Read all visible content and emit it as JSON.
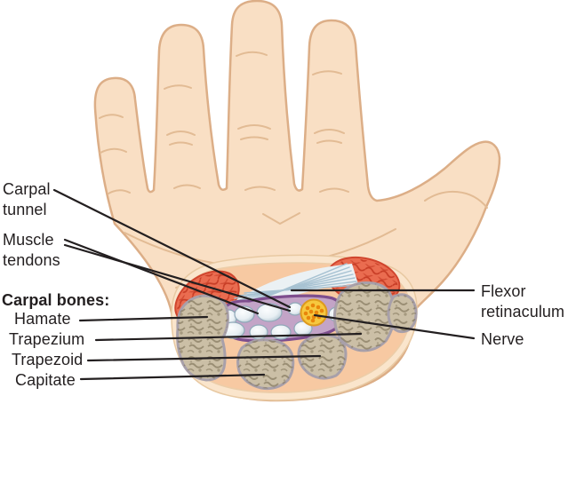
{
  "figure": {
    "type": "anatomical-diagram",
    "subject": "Carpal tunnel cross-section of the palm and wrist"
  },
  "labels": {
    "carpal_tunnel": "Carpal tunnel",
    "muscle_tendons": "Muscle tendons",
    "carpal_bones_heading": "Carpal bones:",
    "bones": {
      "hamate": "Hamate",
      "trapezium": "Trapezium",
      "trapezoid": "Trapezoid",
      "capitate": "Capitate"
    },
    "flexor_retinaculum": "Flexor retinaculum",
    "nerve": "Nerve"
  },
  "colors": {
    "background": "#ffffff",
    "skin": "#f9dfc4",
    "skin_outline": "#dcae87",
    "crease": "#e2bb94",
    "cut_outer_band": "#fae5cc",
    "cut_inner": "#f7c9a2",
    "muscle": "#ea6c50",
    "muscle_fiber": "#c1351f",
    "retinaculum": "#ebf1f4",
    "retinaculum_line": "#a7c2d2",
    "tunnel_fill": "#c3a4c7",
    "tunnel_border": "#7e4e8e",
    "tendon": "#e8eff3",
    "tendon_edge": "#8fa8b8",
    "nerve_fill": "#f6c83f",
    "nerve_outline": "#de9a1e",
    "nerve_dot": "#e8860b",
    "bone_fill": "#cbbfa6",
    "bone_outline": "#a8a0aa",
    "bone_texture": "#85795f",
    "label_text": "#231f20",
    "leader_line": "#231f20"
  }
}
